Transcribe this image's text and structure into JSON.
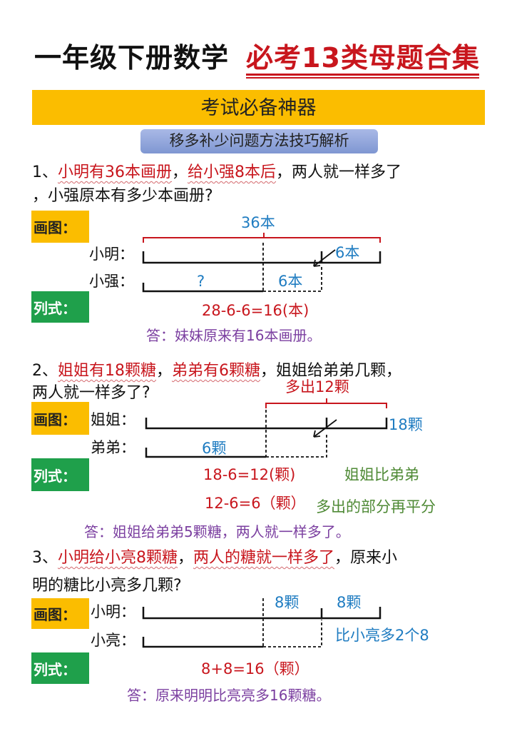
{
  "header": {
    "title_black": "一年级下册数学",
    "title_red": "必考13类母题合集",
    "banner": "考试必备神器",
    "section_title": "移多补少问题方法技巧解析"
  },
  "labels": {
    "draw": "画图：",
    "formula": "列式："
  },
  "problems": [
    {
      "number": "1、",
      "parts": [
        "小明有36本画册",
        "，",
        "给小强8本后",
        "，两人就一样多了"
      ],
      "line2": "，小强原本有多少本画册?",
      "names": [
        "小明：",
        "小强："
      ],
      "diagram": {
        "total": "36本",
        "give": "6本",
        "unknown": "?",
        "received": "6本"
      },
      "formulas": [
        "28-6-6=16(本)"
      ],
      "answer": "答：妹妹原来有16本画册。"
    },
    {
      "number": "2、",
      "parts": [
        "姐姐有18颗糖",
        "，",
        "弟弟有6颗糖",
        "，姐姐给弟弟几颗，"
      ],
      "line2": "两人就一样多了?",
      "names": [
        "姐姐：",
        "弟弟："
      ],
      "diagram": {
        "extra": "多出12颗",
        "total": "18颗",
        "younger": "6颗"
      },
      "formulas": [
        "18-6=12(颗)",
        "12-6=6（颗）"
      ],
      "notes": [
        "姐姐比弟弟",
        "多出的部分再平分"
      ],
      "answer": "答：姐姐给弟弟5颗糖，两人就一样多了。"
    },
    {
      "number": "3、",
      "parts": [
        "小明给小亮8颗糖",
        "，",
        "两人的糖就一样多了",
        "，原来小"
      ],
      "line2": "明的糖比小亮多几颗?",
      "names": [
        "小明：",
        "小亮："
      ],
      "diagram": {
        "seg1": "8颗",
        "seg2": "8颗",
        "note": "比小亮多2个8"
      },
      "formulas": [
        "8+8=16（颗）"
      ],
      "answer": "答：原来明明比亮亮多16颗糖。"
    }
  ],
  "colors": {
    "red": "#c8161d",
    "yellow": "#fbbd00",
    "green": "#1fa04b",
    "blue": "#1f7cc1",
    "purple": "#7b3fa0",
    "section_blue": "#8ea3d6"
  }
}
